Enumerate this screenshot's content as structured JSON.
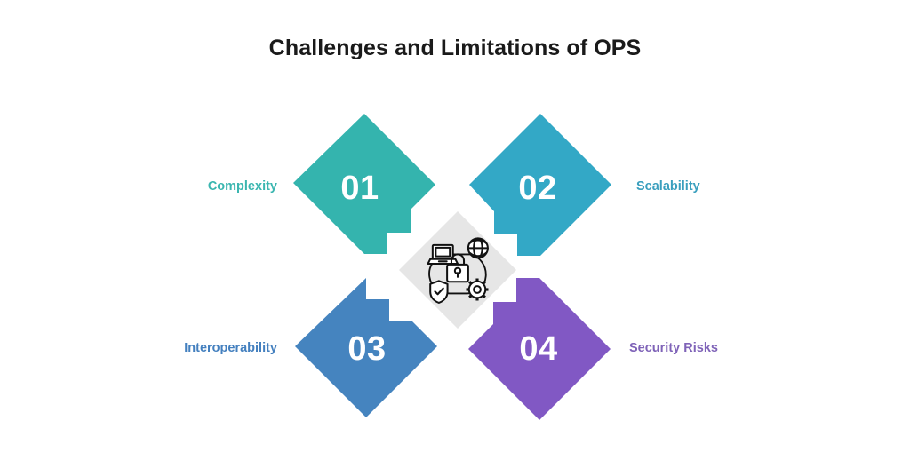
{
  "page": {
    "title": "Challenges and Limitations of OPS",
    "background_color": "#ffffff"
  },
  "center": {
    "shape": "diamond",
    "fill_color": "#e6e6e6",
    "icon_name": "network-security-icon",
    "icon_parts": [
      "laptop-icon",
      "globe-icon",
      "padlock-icon",
      "shield-check-icon",
      "gear-icon"
    ]
  },
  "nodes": [
    {
      "id": "01",
      "number": "01",
      "label": "Complexity",
      "color": "#34b4ae",
      "label_color": "#3bb6b0",
      "position": "top-left",
      "notch_side": "bottom-right"
    },
    {
      "id": "02",
      "number": "02",
      "label": "Scalability",
      "color": "#33a8c6",
      "label_color": "#3a9fbe",
      "position": "top-right",
      "notch_side": "bottom-left"
    },
    {
      "id": "03",
      "number": "03",
      "label": "Interoperability",
      "color": "#4584bf",
      "label_color": "#4480bf",
      "position": "bottom-left",
      "notch_side": "top-right"
    },
    {
      "id": "04",
      "number": "04",
      "label": "Security Risks",
      "color": "#8158c4",
      "label_color": "#7f63b8",
      "position": "bottom-right",
      "notch_side": "top-left"
    }
  ]
}
